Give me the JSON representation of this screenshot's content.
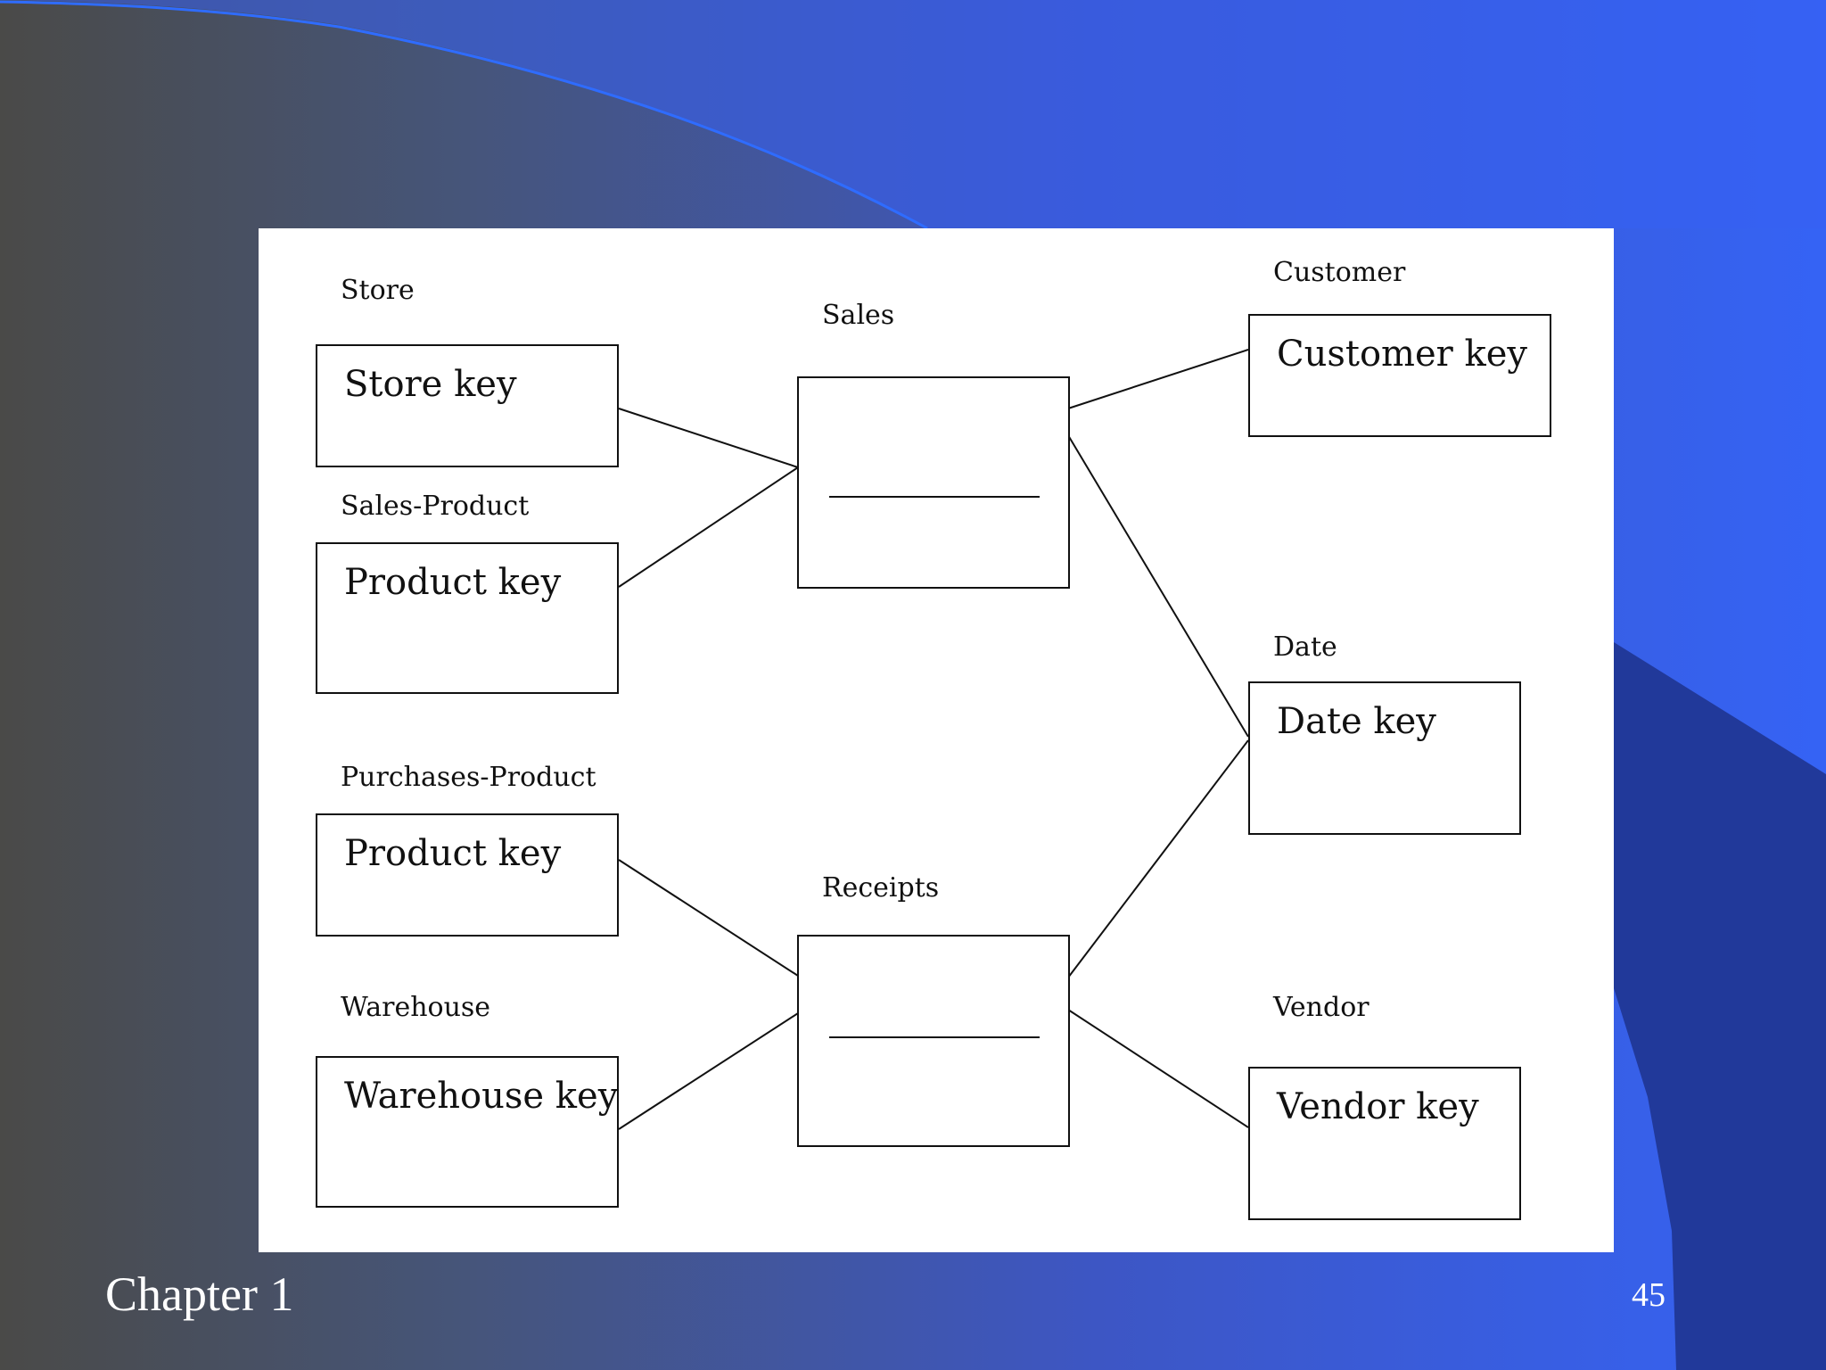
{
  "slide": {
    "footer": "Chapter 1",
    "page_number": "45"
  },
  "diagram": {
    "entities": {
      "store": {
        "label": "Store",
        "key": "Store key"
      },
      "sales_product": {
        "label": "Sales-Product",
        "key": "Product key"
      },
      "purchases_product": {
        "label": "Purchases-Product",
        "key": "Product key"
      },
      "warehouse": {
        "label": "Warehouse",
        "key": "Warehouse key"
      },
      "customer": {
        "label": "Customer",
        "key": "Customer key"
      },
      "date": {
        "label": "Date",
        "key": "Date key"
      },
      "vendor": {
        "label": "Vendor",
        "key": "Vendor key"
      }
    },
    "facts": {
      "sales": {
        "label": "Sales"
      },
      "receipts": {
        "label": "Receipts"
      }
    },
    "relationships": [
      {
        "from": "store",
        "to": "sales"
      },
      {
        "from": "sales_product",
        "to": "sales"
      },
      {
        "from": "sales",
        "to": "customer"
      },
      {
        "from": "sales",
        "to": "date"
      },
      {
        "from": "purchases_product",
        "to": "receipts"
      },
      {
        "from": "warehouse",
        "to": "receipts"
      },
      {
        "from": "receipts",
        "to": "date"
      },
      {
        "from": "receipts",
        "to": "vendor"
      }
    ]
  }
}
